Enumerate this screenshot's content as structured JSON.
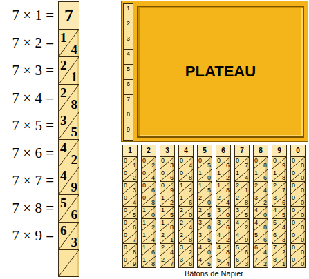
{
  "diagram": {
    "caption": "Bâtons de Napier",
    "nodes": [
      {
        "text": [
          "7",
          "1",
          "4",
          "2",
          "1",
          "2",
          "8",
          "3",
          "5",
          "4",
          "2",
          "4",
          "9",
          "5",
          "6",
          "6",
          "3"
        ]
      },
      {
        "text": [
          "1",
          "2",
          "3",
          "4",
          "5",
          "6",
          "7",
          "8",
          "9"
        ]
      },
      {
        "text": [
          "PLATEAU"
        ],
        "in": 1
      },
      {
        "text": [
          "1",
          "0",
          "1",
          "0",
          "2",
          "0",
          "3",
          "0",
          "4",
          "0",
          "5",
          "0",
          "6",
          "0",
          "7",
          "0",
          "8",
          "0",
          "9"
        ]
      },
      {
        "text": [
          "2",
          "0",
          "2",
          "0",
          "4",
          "0",
          "6",
          "0",
          "8",
          "1",
          "0",
          "1",
          "2",
          "1",
          "4",
          "1",
          "6",
          "1",
          "8"
        ]
      },
      {
        "text": [
          "3",
          "0",
          "3",
          "0",
          "6",
          "0",
          "9",
          "1",
          "2",
          "1",
          "5",
          "1",
          "8",
          "2",
          "1",
          "2",
          "4",
          "2",
          "7"
        ]
      },
      {
        "text": [
          "4",
          "0",
          "4",
          "0",
          "8",
          "1",
          "2",
          "1",
          "6",
          "2",
          "0",
          "2",
          "4",
          "2",
          "8",
          "3",
          "2",
          "3",
          "6"
        ]
      },
      {
        "text": [
          "5",
          "0",
          "5",
          "1",
          "0",
          "1",
          "5",
          "2",
          "0",
          "2",
          "5",
          "3",
          "0",
          "3",
          "5",
          "4",
          "0",
          "4",
          "5"
        ]
      },
      {
        "text": [
          "6",
          "0",
          "6",
          "1",
          "2",
          "1",
          "8",
          "2",
          "4",
          "3",
          "0",
          "3",
          "6",
          "4",
          "2",
          "4",
          "8",
          "5",
          "4"
        ]
      },
      {
        "text": [
          "7",
          "0",
          "7",
          "1",
          "4",
          "2",
          "1",
          "2",
          "8",
          "3",
          "5",
          "4",
          "2",
          "4",
          "9",
          "5",
          "6",
          "6",
          "3"
        ]
      },
      {
        "text": [
          "8",
          "0",
          "8",
          "1",
          "6",
          "2",
          "4",
          "3",
          "2",
          "4",
          "0",
          "4",
          "8",
          "5",
          "6",
          "6",
          "4",
          "7",
          "2"
        ]
      },
      {
        "text": [
          "9",
          "0",
          "9",
          "1",
          "8",
          "2",
          "7",
          "3",
          "6",
          "4",
          "5",
          "5",
          "4",
          "6",
          "3",
          "7",
          "2",
          "8",
          "1"
        ]
      },
      {
        "text": [
          "0",
          "0",
          "0",
          "0",
          "0",
          "0",
          "0",
          "0",
          "0",
          "0",
          "0",
          "0",
          "0",
          "0",
          "0",
          "0",
          "0",
          "0",
          "0"
        ]
      }
    ],
    "labels": [
      "7 × 1 =",
      "7 × 2 =",
      "7 × 3 =",
      "7 × 4 =",
      "7 × 5 =",
      "7 × 6 =",
      "7 × 7 =",
      "7 × 8 =",
      "7 × 9 ="
    ]
  }
}
